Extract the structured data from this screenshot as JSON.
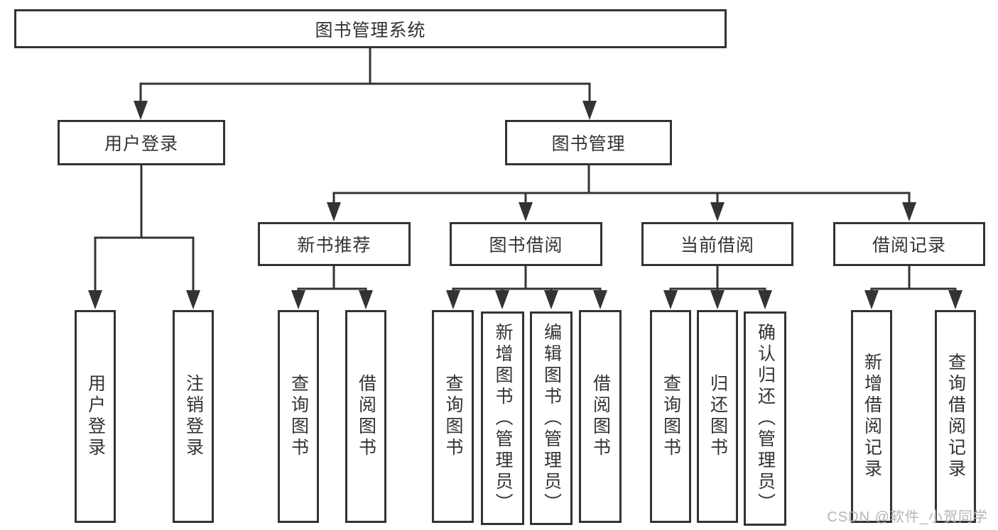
{
  "nodes": {
    "root": "图书管理系统",
    "userLogin": "用户登录",
    "bookMgmt": "图书管理",
    "newBookRec": "新书推荐",
    "bookBorrow": "图书借阅",
    "currentBorrow": "当前借阅",
    "borrowRecords": "借阅记录",
    "leafUserLogin": "用户登录",
    "leafLogout": "注销登录",
    "leafQueryBooksRec": "查询图书",
    "leafBorrowBooksRec": "借阅图书",
    "leafQueryBooksBorrow": "查询图书",
    "leafAddBooks": "新增图书（管理员）",
    "leafEditBooks": "编辑图书（管理员）",
    "leafBorrowBooksBorrow": "借阅图书",
    "leafQueryBooksCurrent": "查询图书",
    "leafReturnBooks": "归还图书",
    "leafConfirmReturn": "确认归还（管理员）",
    "leafAddBorrowRecord": "新增借阅记录",
    "leafQueryBorrowRecord": "查询借阅记录"
  },
  "watermark": "CSDN @软件_小贺同学",
  "colors": {
    "line": "#333333",
    "text": "#333333",
    "background": "#ffffff",
    "watermark": "#b5b5b5"
  }
}
